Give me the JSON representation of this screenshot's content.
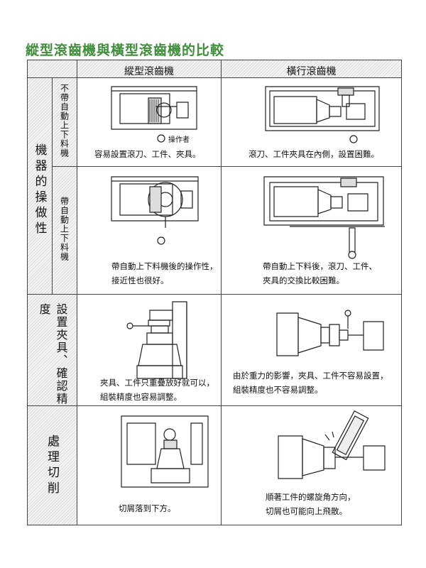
{
  "title": "縱型滾齒機與橫型滾齒機的比較",
  "header": {
    "vertical": "縱型滾齒機",
    "horizontal": "橫行滾齒機"
  },
  "categories": {
    "operability": "機器的操做性",
    "operability_sub1": "不帶自動上下料機",
    "operability_sub2": "帶自動上下料機",
    "setup": "設置夾具、確認精度",
    "cutting": "處理切削"
  },
  "figures": {
    "operator_label": "操作者"
  },
  "captions": {
    "r1_vertical": "容易設置滾刀、工件、夾具。",
    "r1_horizontal": "滾刀、工件夾具在內側，設置困難。",
    "r2_vertical": "帶自動上下料機後的操作性，\n接近性也很好。",
    "r2_horizontal": "帶自動上下料後，滾刀、工件、\n夾具的交換比較困難。",
    "r3_vertical": "夾具、工件只重疊放好就可以，\n組裝精度也容易調整。",
    "r3_horizontal": "由於重力的影響，夾具、工件不容易設置，\n組裝精度也不容易調整。",
    "r4_vertical": "切屑落到下方。",
    "r4_horizontal": "順著工件的螺旋角方向，\n切屑也可能向上飛散。"
  }
}
